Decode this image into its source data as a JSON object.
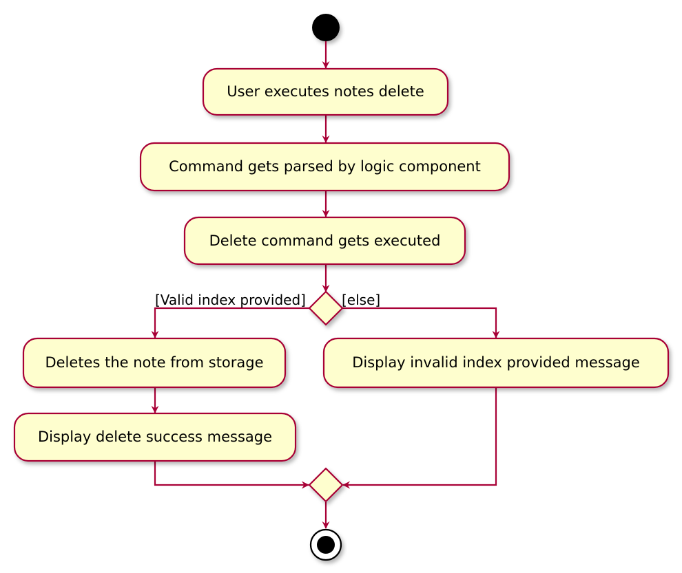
{
  "diagram": {
    "colors": {
      "activity_fill": "#FEFECE",
      "border": "#A80036",
      "start": "#000000",
      "background": "#FFFFFF"
    },
    "activities": {
      "user_executes": "User executes notes delete",
      "command_parsed": "Command gets parsed by logic component",
      "delete_executed": "Delete command gets executed",
      "deletes_note": "Deletes the note from storage",
      "display_success": "Display delete success message",
      "display_invalid": "Display invalid index provided message"
    },
    "guards": {
      "valid": "[Valid index provided]",
      "else": "[else]"
    }
  }
}
